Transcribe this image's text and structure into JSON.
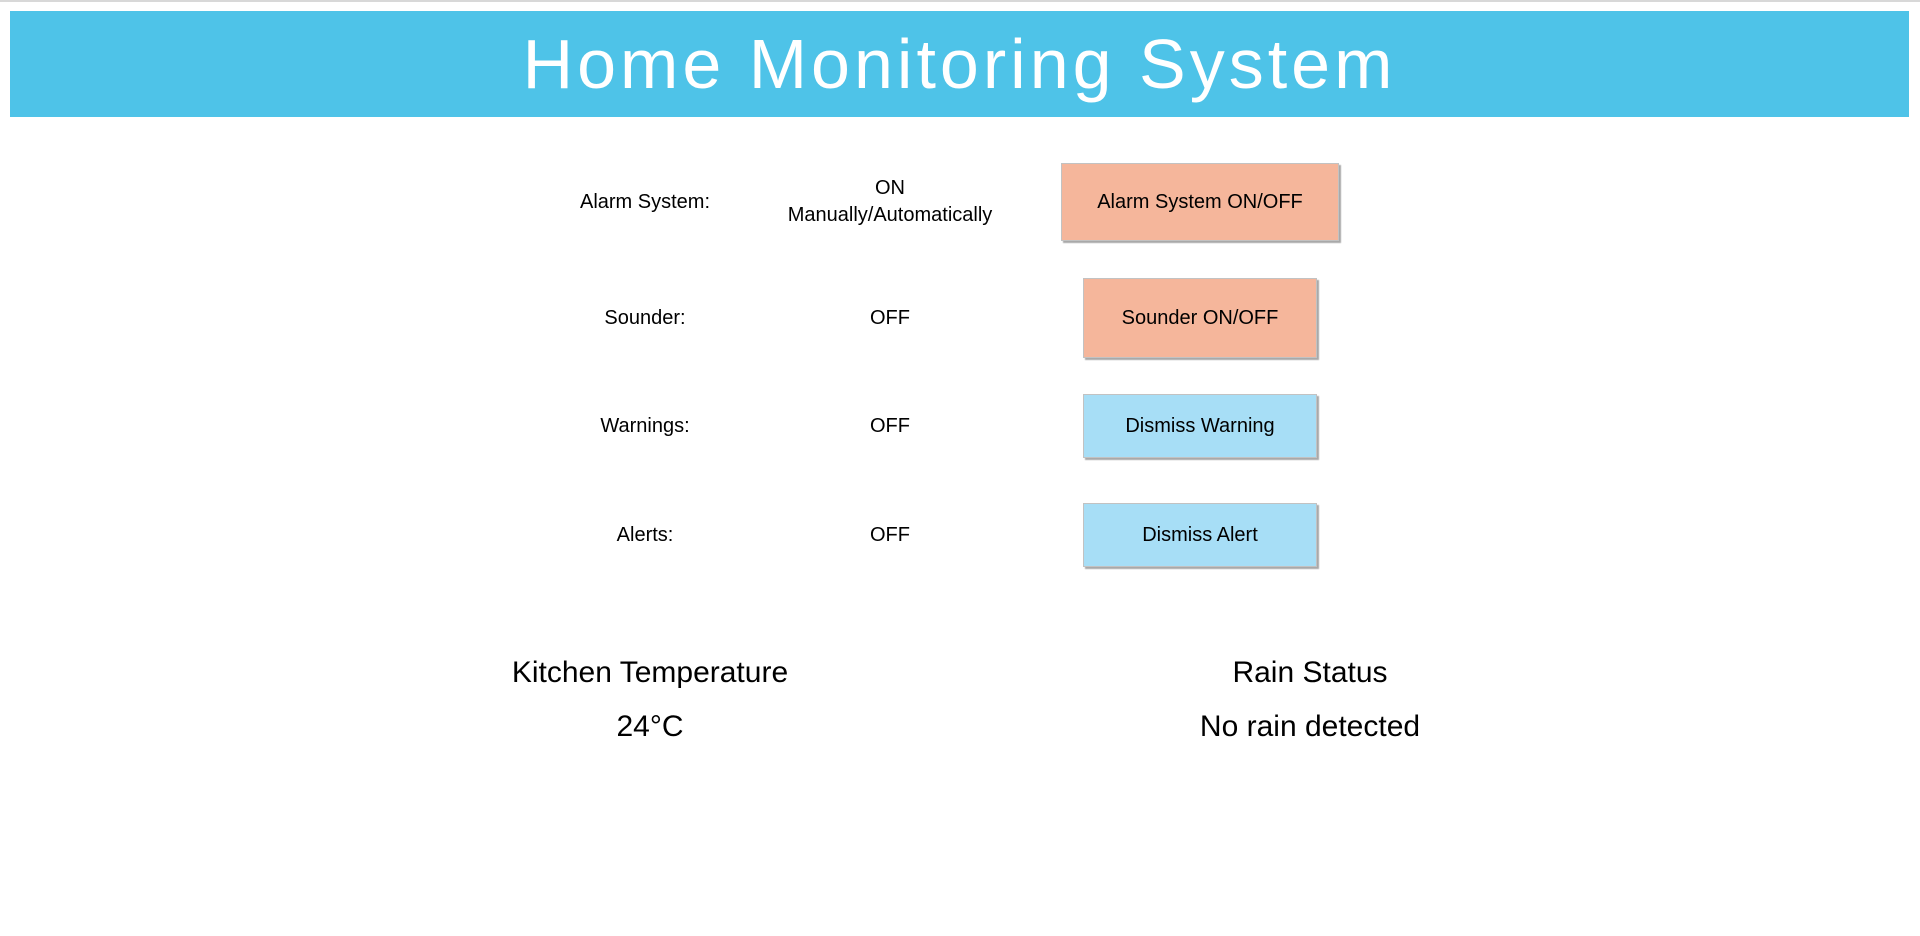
{
  "header": {
    "title": "Home Monitoring System"
  },
  "controls": {
    "rows": [
      {
        "label": "Alarm System:",
        "status": [
          "ON",
          "Manually/Automatically"
        ],
        "button_label": "Alarm System ON/OFF"
      },
      {
        "label": "Sounder:",
        "status": [
          "OFF"
        ],
        "button_label": "Sounder ON/OFF"
      },
      {
        "label": "Warnings:",
        "status": [
          "OFF"
        ],
        "button_label": "Dismiss Warning"
      },
      {
        "label": "Alerts:",
        "status": [
          "OFF"
        ],
        "button_label": "Dismiss Alert"
      }
    ]
  },
  "stats": {
    "temperature": {
      "title": "Kitchen Temperature",
      "value": "24°C"
    },
    "rain": {
      "title": "Rain Status",
      "value": "No rain detected"
    }
  },
  "colors": {
    "header_bg": "#4ec3e8",
    "toggle_button_bg": "#f5b69b",
    "dismiss_button_bg": "#a7def6",
    "title_text": "#ffffff",
    "body_text": "#000000"
  }
}
